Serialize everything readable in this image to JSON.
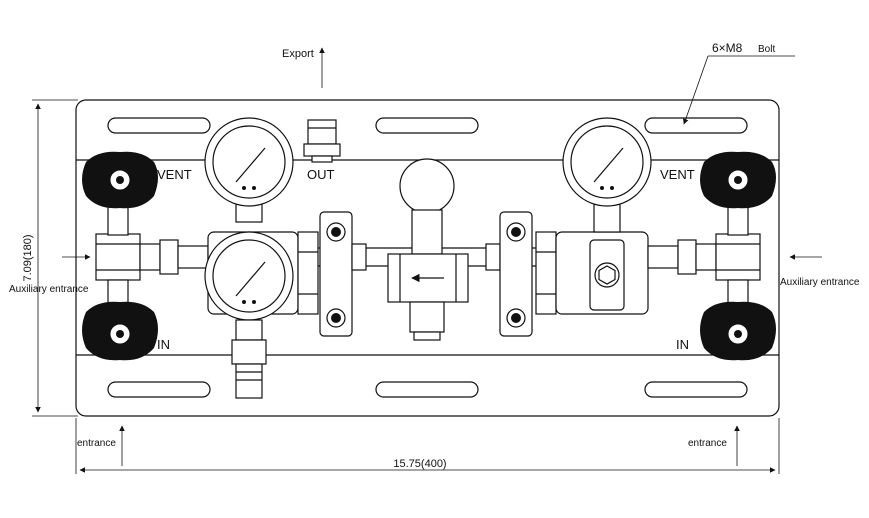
{
  "labels": {
    "export": "Export",
    "bolt": "6×M8",
    "bolt_suffix": "Bolt",
    "out": "OUT",
    "vent_left": "VENT",
    "vent_right": "VENT",
    "in_left": "IN",
    "in_right": "IN",
    "aux_left": "Auxiliary entrance",
    "aux_right": "Auxiliary entrance",
    "entrance_left": "entrance",
    "entrance_right": "entrance",
    "height_dim": "7.09(180)",
    "width_dim": "15.75(400)"
  }
}
